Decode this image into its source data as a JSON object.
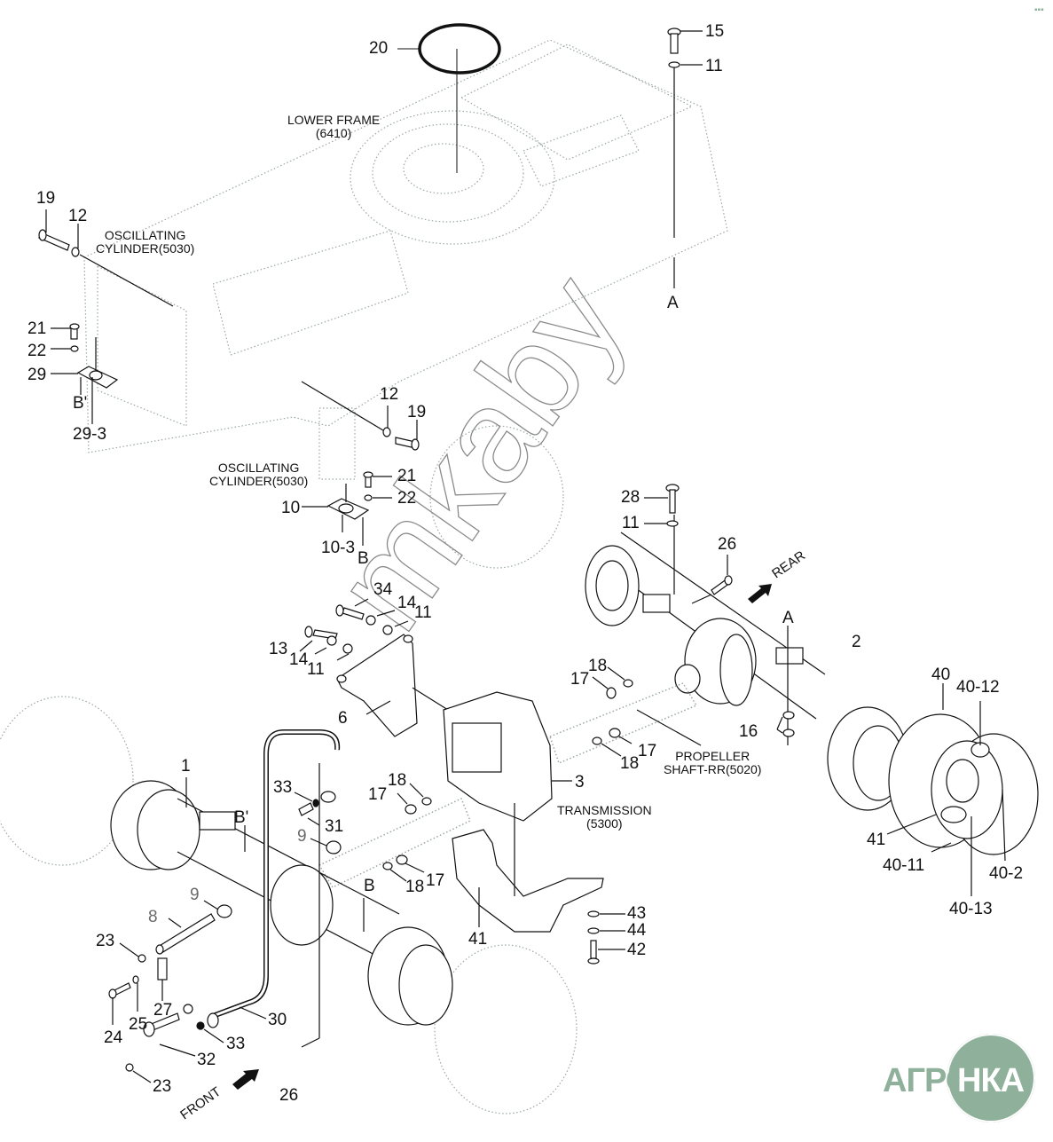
{
  "diagram": {
    "type": "exploded-parts-diagram",
    "subject": "Axle / transmission mounting assembly",
    "callouts": [
      {
        "id": "c20",
        "text": "20"
      },
      {
        "id": "c15",
        "text": "15"
      },
      {
        "id": "c11a",
        "text": "11"
      },
      {
        "id": "c19a",
        "text": "19"
      },
      {
        "id": "c12a",
        "text": "12"
      },
      {
        "id": "c21a",
        "text": "21"
      },
      {
        "id": "c22a",
        "text": "22"
      },
      {
        "id": "c29",
        "text": "29"
      },
      {
        "id": "cBp1",
        "text": "B'"
      },
      {
        "id": "c29_3",
        "text": "29-3"
      },
      {
        "id": "cA1",
        "text": "A"
      },
      {
        "id": "c12b",
        "text": "12"
      },
      {
        "id": "c19b",
        "text": "19"
      },
      {
        "id": "c21b",
        "text": "21"
      },
      {
        "id": "c22b",
        "text": "22"
      },
      {
        "id": "c10",
        "text": "10"
      },
      {
        "id": "c10_3",
        "text": "10-3"
      },
      {
        "id": "cB1",
        "text": "B"
      },
      {
        "id": "c28",
        "text": "28"
      },
      {
        "id": "c11b",
        "text": "11"
      },
      {
        "id": "c26a",
        "text": "26"
      },
      {
        "id": "c34",
        "text": "34"
      },
      {
        "id": "c14a",
        "text": "14"
      },
      {
        "id": "c11c",
        "text": "11"
      },
      {
        "id": "c13",
        "text": "13"
      },
      {
        "id": "c14b",
        "text": "14"
      },
      {
        "id": "c11d",
        "text": "11"
      },
      {
        "id": "c6",
        "text": "6"
      },
      {
        "id": "cA2",
        "text": "A"
      },
      {
        "id": "c2",
        "text": "2"
      },
      {
        "id": "c40",
        "text": "40"
      },
      {
        "id": "c40_12",
        "text": "40-12"
      },
      {
        "id": "c17a",
        "text": "17"
      },
      {
        "id": "c18a",
        "text": "18"
      },
      {
        "id": "c16",
        "text": "16"
      },
      {
        "id": "c17b",
        "text": "17"
      },
      {
        "id": "c18b",
        "text": "18"
      },
      {
        "id": "c3",
        "text": "3"
      },
      {
        "id": "c1",
        "text": "1"
      },
      {
        "id": "cBp2",
        "text": "B'"
      },
      {
        "id": "c33a",
        "text": "33"
      },
      {
        "id": "c31",
        "text": "31"
      },
      {
        "id": "c9a",
        "text": "9"
      },
      {
        "id": "c17c",
        "text": "17"
      },
      {
        "id": "c18c",
        "text": "18"
      },
      {
        "id": "c9b",
        "text": "9"
      },
      {
        "id": "cB2",
        "text": "B"
      },
      {
        "id": "c18d",
        "text": "18"
      },
      {
        "id": "c17d",
        "text": "17"
      },
      {
        "id": "c8",
        "text": "8"
      },
      {
        "id": "c41a",
        "text": "41"
      },
      {
        "id": "c41b",
        "text": "41"
      },
      {
        "id": "c40_11",
        "text": "40-11"
      },
      {
        "id": "c40_2",
        "text": "40-2"
      },
      {
        "id": "c40_13",
        "text": "40-13"
      },
      {
        "id": "c43",
        "text": "43"
      },
      {
        "id": "c44",
        "text": "44"
      },
      {
        "id": "c42",
        "text": "42"
      },
      {
        "id": "c23a",
        "text": "23"
      },
      {
        "id": "c24",
        "text": "24"
      },
      {
        "id": "c25",
        "text": "25"
      },
      {
        "id": "c27",
        "text": "27"
      },
      {
        "id": "c30",
        "text": "30"
      },
      {
        "id": "c33b",
        "text": "33"
      },
      {
        "id": "c32",
        "text": "32"
      },
      {
        "id": "c23b",
        "text": "23"
      },
      {
        "id": "c26b",
        "text": "26"
      }
    ],
    "notes": {
      "lower_frame": [
        "LOWER FRAME",
        "(6410)"
      ],
      "osc_cyl_1": [
        "OSCILLATING",
        "CYLINDER(5030)"
      ],
      "osc_cyl_2": [
        "OSCILLATING",
        "CYLINDER(5030)"
      ],
      "propeller": [
        "PROPELLER",
        "SHAFT-RR(5020)"
      ],
      "transmission": [
        "TRANSMISSION",
        "(5300)"
      ]
    },
    "directions": {
      "rear": "REAR",
      "front": "FRONT"
    },
    "watermark": "mkaby",
    "logo": {
      "left": "АГРО",
      "right": "НКА",
      "color": "#8fb09a"
    },
    "colors": {
      "line": "#111111",
      "ghost": "#9aa8a0",
      "gray_label": "#6a6a6a"
    }
  }
}
